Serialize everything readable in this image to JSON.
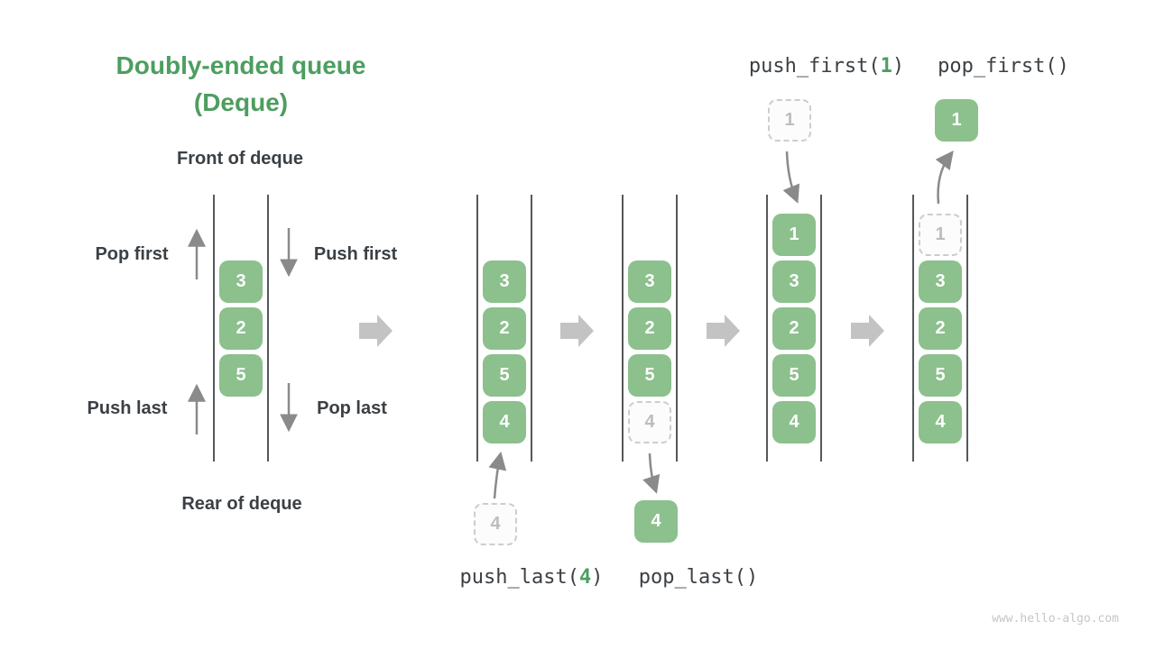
{
  "title": {
    "line1": "Doubly-ended queue",
    "line2": "(Deque)"
  },
  "labels": {
    "front": "Front of deque",
    "rear": "Rear of deque",
    "pop_first": "Pop first",
    "push_first": "Push first",
    "push_last": "Push last",
    "pop_last": "Pop last"
  },
  "operations": {
    "push_first": {
      "prefix": "push_first(",
      "arg": "1",
      "suffix": ")"
    },
    "pop_first": {
      "text": "pop_first()"
    },
    "push_last": {
      "prefix": "push_last(",
      "arg": "4",
      "suffix": ")"
    },
    "pop_last": {
      "text": "pop_last()"
    }
  },
  "deques": {
    "d1": {
      "values": [
        "3",
        "2",
        "5"
      ]
    },
    "d2": {
      "values": [
        "3",
        "2",
        "5",
        "4"
      ]
    },
    "d3": {
      "values": [
        "3",
        "2",
        "5"
      ],
      "ghost": "4"
    },
    "d4": {
      "values": [
        "1",
        "3",
        "2",
        "5",
        "4"
      ]
    },
    "d5": {
      "ghost": "1",
      "values": [
        "3",
        "2",
        "5",
        "4"
      ]
    }
  },
  "floating": {
    "push_last_ghost": "4",
    "pop_last_box": "4",
    "push_first_ghost": "1",
    "pop_first_box": "1"
  },
  "watermark": "www.hello-algo.com",
  "colors": {
    "accent_green": "#4d9e5f",
    "box_green": "#8cc08d",
    "text_dark": "#3b4045",
    "container_line": "#55585c",
    "thin_arrow": "#8a8a8a",
    "block_arrow": "#c3c3c3",
    "ghost_border": "#cdcdcd",
    "ghost_text": "#bdbdbd",
    "watermark_gray": "#c6c6c6"
  }
}
